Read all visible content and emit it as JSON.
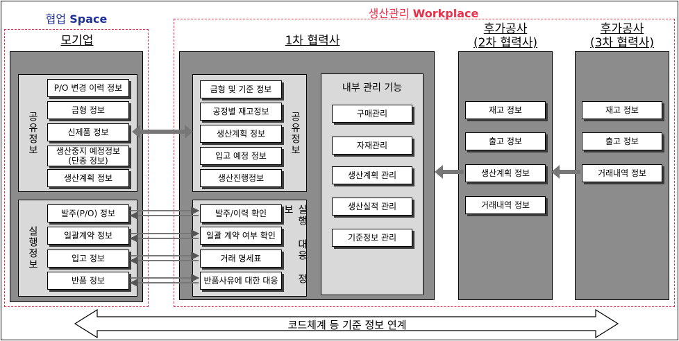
{
  "spaces": {
    "collab": {
      "ko": "협업",
      "en": "Space"
    },
    "workplace": {
      "ko": "생산관리",
      "en": "Workplace"
    }
  },
  "columns": {
    "parent": {
      "title": "모기업"
    },
    "tier1": {
      "title": "1차 협력사"
    },
    "tier2": {
      "title_line1": "후가공사",
      "title_line2": "(2차 협력사)"
    },
    "tier3": {
      "title_line1": "후가공사",
      "title_line2": "(3차 협력사)"
    }
  },
  "parent": {
    "shared_label": "공유정보",
    "exec_label": "실행정보",
    "shared_items": [
      "P/O 변경 이력 정보",
      "금형 정보",
      "신제품 정보",
      "생산중지 예정정보\n(단종 정보)",
      "생산계획 정보"
    ],
    "exec_items": [
      "발주(P/O) 정보",
      "일괄계약 정보",
      "입고 정보",
      "반품 정보"
    ]
  },
  "tier1": {
    "shared_label": "공유정보",
    "exec_label": "실행 대응 정보",
    "shared_items": [
      "금형 및 기준 정보",
      "공정별 재고정보",
      "생산계획 정보",
      "입고 예정 정보",
      "생산진행정보"
    ],
    "exec_items": [
      "발주/이력 확인",
      "일괄 계약 여부 확인",
      "거래 명세표",
      "반품사유에 대한 대응"
    ],
    "internal": {
      "title": "내부 관리 기능",
      "items": [
        "구매관리",
        "자재관리",
        "생산계획 관리",
        "생산실적 관리",
        "기준정보 관리"
      ]
    }
  },
  "tier2": {
    "items": [
      "재고 정보",
      "출고 정보",
      "생산계획 정보",
      "거래내역 정보"
    ]
  },
  "tier3": {
    "items": [
      "재고 정보",
      "출고 정보",
      "거래내역 정보"
    ]
  },
  "bottom": {
    "label": "코드체계 등 기준 정보 연계"
  },
  "colors": {
    "panel": "#8c8c8c",
    "group": "#d9d9d9",
    "dash": "#e8304a",
    "collab_title": "#1f2f9a"
  }
}
